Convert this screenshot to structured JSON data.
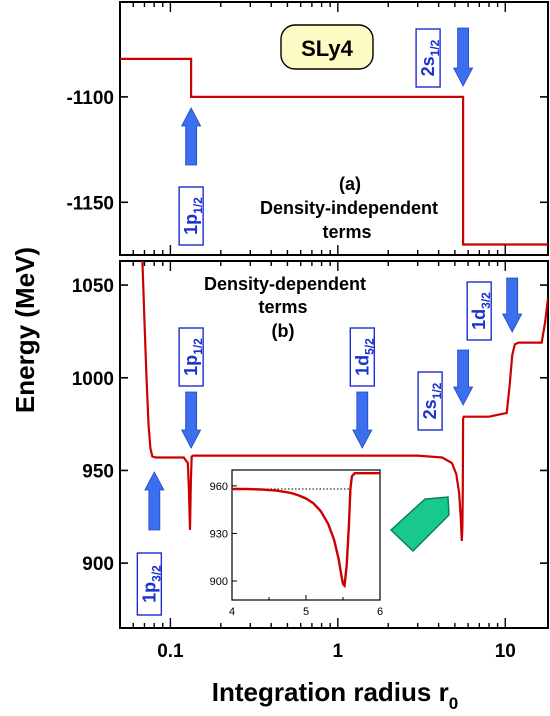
{
  "chart_data": [
    {
      "id": "a",
      "type": "line",
      "panel_label": "(a)",
      "annotation": [
        "Density-independent",
        "terms"
      ],
      "badge": "SLy4",
      "xscale": "log",
      "xlim": [
        0.05,
        18
      ],
      "ylim": [
        -1175,
        -1055
      ],
      "yticks": [
        -1100,
        -1150
      ],
      "ytick_labels": [
        "-1100",
        "-1150"
      ],
      "series": [
        {
          "color": "#cc0000",
          "x": [
            0.05,
            0.133,
            0.133,
            5.6,
            5.6,
            18
          ],
          "y": [
            -1082,
            -1082,
            -1100,
            -1100,
            -1170,
            -1170
          ]
        }
      ],
      "levels": [
        {
          "name": "1p",
          "sub": "1/2",
          "x": 0.133,
          "arrow": "up"
        },
        {
          "name": "2s",
          "sub": "1/2",
          "x": 5.6,
          "arrow": "down"
        }
      ]
    },
    {
      "id": "b",
      "type": "line",
      "panel_label": "(b)",
      "annotation": [
        "Density-dependent",
        "terms"
      ],
      "xscale": "log",
      "xlim": [
        0.05,
        18
      ],
      "ylim": [
        865,
        1063
      ],
      "yticks": [
        1050,
        1000,
        950,
        900
      ],
      "ytick_labels": [
        "1050",
        "1000",
        "950",
        "900"
      ],
      "xticks": [
        0.1,
        1,
        10
      ],
      "xtick_labels": [
        "0.1",
        "1",
        "10"
      ],
      "xlabel": "Integration radius r",
      "xlabel_sub": "0",
      "ylabel": "Energy (MeV)",
      "series": [
        {
          "color": "#cc0000",
          "x": [
            0.068,
            0.07,
            0.072,
            0.074,
            0.076,
            0.078,
            0.082,
            0.1,
            0.12,
            0.127,
            0.129,
            0.131,
            0.1325,
            0.134,
            0.137,
            0.15,
            0.3,
            1.0,
            3.0,
            4.2,
            4.8,
            5.1,
            5.3,
            5.42,
            5.5,
            5.55,
            5.58,
            5.6,
            5.65,
            8.0,
            10.2,
            10.6,
            11.0,
            11.4,
            12,
            16.5,
            17.3,
            18
          ],
          "y": [
            1063,
            1030,
            1000,
            975,
            962,
            957.5,
            957,
            957,
            957,
            954,
            940,
            918,
            945,
            957.5,
            958,
            958,
            958,
            958,
            958,
            957,
            954,
            948,
            938,
            925,
            912,
            920,
            940,
            978,
            979,
            979,
            981,
            995,
            1012,
            1018,
            1019,
            1019,
            1030,
            1043
          ]
        }
      ],
      "levels": [
        {
          "name": "1p",
          "sub": "3/2",
          "x": 0.078,
          "arrow": "up"
        },
        {
          "name": "1p",
          "sub": "1/2",
          "x": 0.133,
          "arrow": "down"
        },
        {
          "name": "1d",
          "sub": "5/2",
          "x": 1.4,
          "arrow": "down"
        },
        {
          "name": "2s",
          "sub": "1/2",
          "x": 5.6,
          "arrow": "down"
        },
        {
          "name": "1d",
          "sub": "3/2",
          "x": 11.0,
          "arrow": "down"
        }
      ]
    },
    {
      "id": "inset",
      "type": "line",
      "xlim": [
        4,
        6
      ],
      "ylim": [
        888,
        970
      ],
      "xticks": [
        4,
        5,
        6
      ],
      "xtick_labels": [
        "4",
        "5",
        "6"
      ],
      "yticks": [
        960,
        930,
        900
      ],
      "ytick_labels": [
        "960",
        "930",
        "900"
      ],
      "reference_line": {
        "y": 958,
        "x": [
          4,
          5.6
        ],
        "style": "dotted"
      },
      "series": [
        {
          "color": "#cc0000",
          "x": [
            4.0,
            4.2,
            4.4,
            4.6,
            4.8,
            4.9,
            5.0,
            5.1,
            5.2,
            5.3,
            5.38,
            5.44,
            5.48,
            5.5,
            5.52,
            5.55,
            5.58,
            5.6,
            5.62,
            5.66,
            5.7,
            6.0
          ],
          "y": [
            958,
            958,
            957.7,
            957,
            955.5,
            954,
            952,
            949,
            944,
            936,
            926,
            914,
            903,
            898,
            897,
            910,
            935,
            958,
            966,
            968,
            968,
            968
          ]
        }
      ]
    }
  ]
}
